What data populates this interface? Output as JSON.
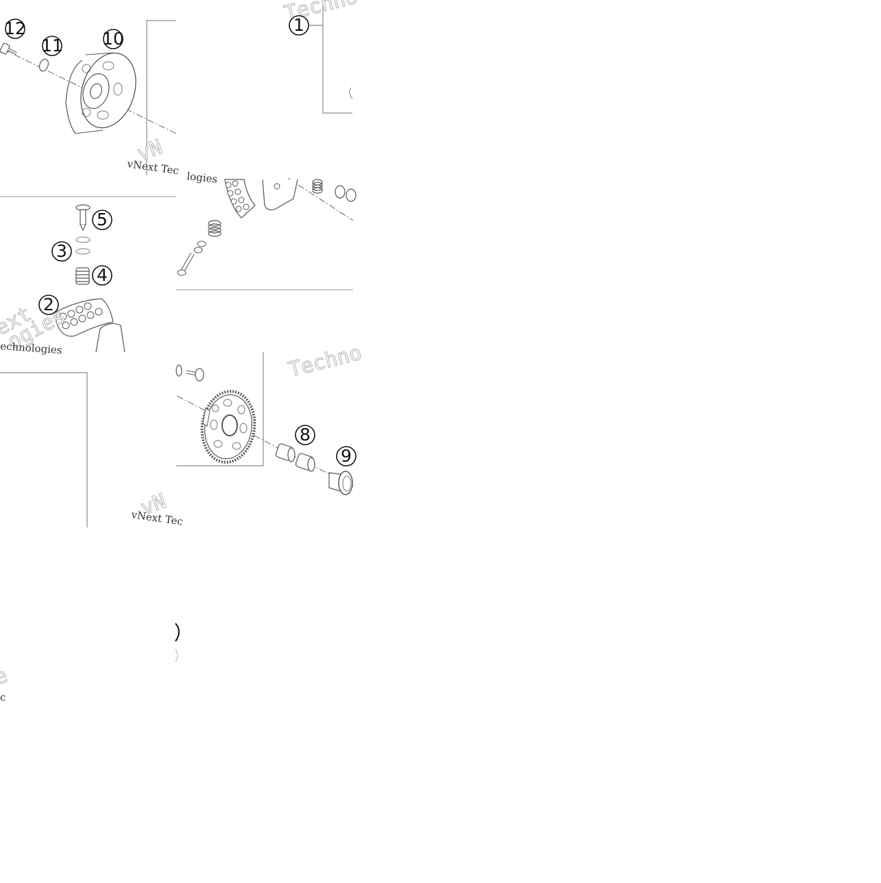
{
  "callouts": [
    {
      "id": "callout-12",
      "label": "12"
    },
    {
      "id": "callout-11",
      "label": "11"
    },
    {
      "id": "callout-10",
      "label": "10"
    },
    {
      "id": "callout-1",
      "label": "1"
    },
    {
      "id": "callout-5",
      "label": "5"
    },
    {
      "id": "callout-3",
      "label": "3"
    },
    {
      "id": "callout-4",
      "label": "4"
    },
    {
      "id": "callout-2",
      "label": "2"
    },
    {
      "id": "callout-8",
      "label": "8"
    },
    {
      "id": "callout-9",
      "label": "9"
    }
  ],
  "watermark": {
    "light_word": "Techno",
    "vnext": "vNext Tec",
    "logies": "logies",
    "technologies": "echnologies",
    "vnext_partial": "vN",
    "ex_partial": "ext",
    "ogies_partial": "ogies",
    "e_partial": "e",
    "c_partial": "c"
  },
  "colors": {
    "line": "#555555",
    "frame": "#8a8a8a",
    "label": "#111111",
    "watermark": "#bdbdbd"
  }
}
